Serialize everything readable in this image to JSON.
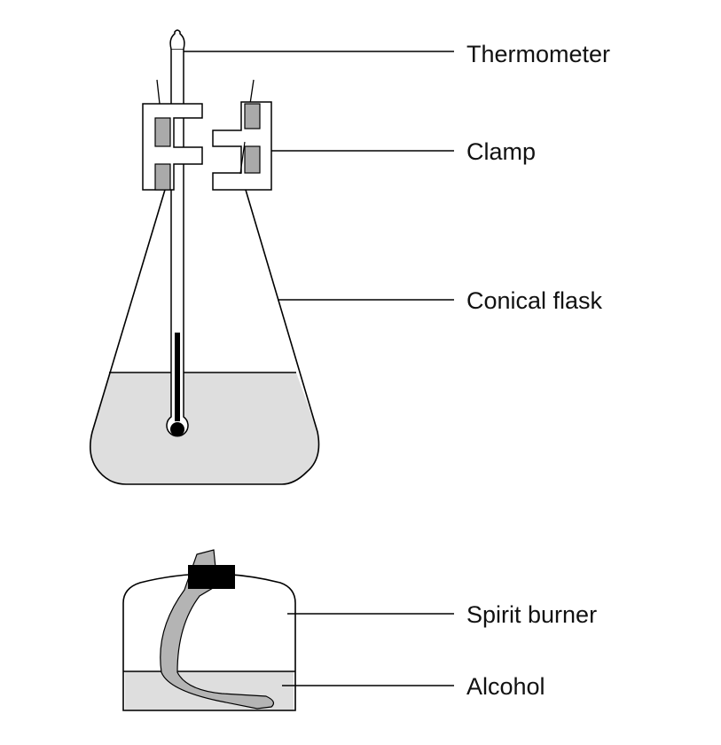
{
  "labels": {
    "thermometer": "Thermometer",
    "clamp": "Clamp",
    "conical_flask": "Conical flask",
    "spirit_burner": "Spirit burner",
    "alcohol": "Alcohol"
  },
  "colors": {
    "outline": "#000000",
    "liquid": "#dedede",
    "clamp_pad": "#aaaaaa",
    "wick": "#b4b4b4",
    "cap": "#000000",
    "background": "#ffffff"
  }
}
